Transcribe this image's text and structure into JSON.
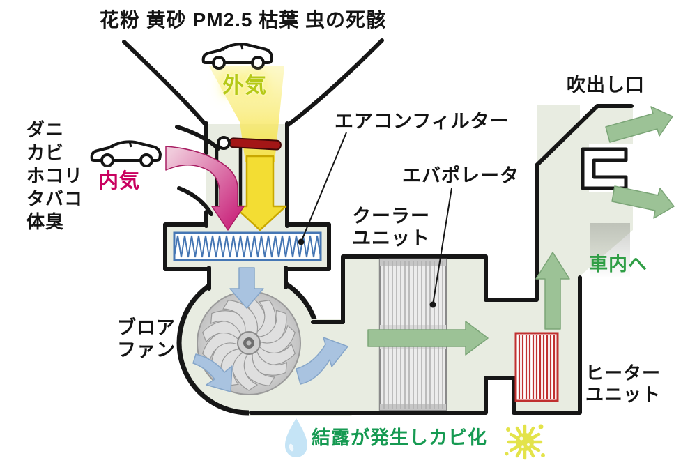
{
  "diagram": {
    "title_note": "car HVAC airflow diagram",
    "top_contaminants": "花粉 黄砂 PM2.5 枯葉 虫の死骸",
    "left_contaminants": [
      "ダニ",
      "カビ",
      "ホコリ",
      "タバコ",
      "体臭"
    ],
    "outside_air_label": "外気",
    "inside_air_label": "内気",
    "labels": {
      "filter": "エアコンフィルター",
      "evaporator": "エバポレータ",
      "cooler_line1": "クーラー",
      "cooler_line2": "ユニット",
      "blower_line1": "ブロア",
      "blower_line2": "ファン",
      "outlet": "吹出し口",
      "to_cabin": "車内へ",
      "heater_line1": "ヒーター",
      "heater_line2": "ユニット",
      "condensation": "結露が発生しカビ化"
    },
    "icons": {
      "outside_car": "car-icon",
      "inside_car": "car-icon",
      "fan": "blower-fan-icon",
      "condensation_drop": "droplet-icon",
      "mold": "mold-spore-icon"
    },
    "colors": {
      "outside_air": "#b5c916",
      "inside_air": "#c9005f",
      "to_cabin": "#2f9e45",
      "condensation": "#169a52",
      "duct_fill": "#e8ece1",
      "outline": "#161616",
      "airflow_cold_blue": "#a9c3e0",
      "airflow_clean_green": "#9cc296",
      "contaminated_yellow": "#f0d21e",
      "contaminated_pink": "#cb2c80",
      "filter_blue": "#4576b4",
      "heater_red": "#c03030"
    }
  }
}
